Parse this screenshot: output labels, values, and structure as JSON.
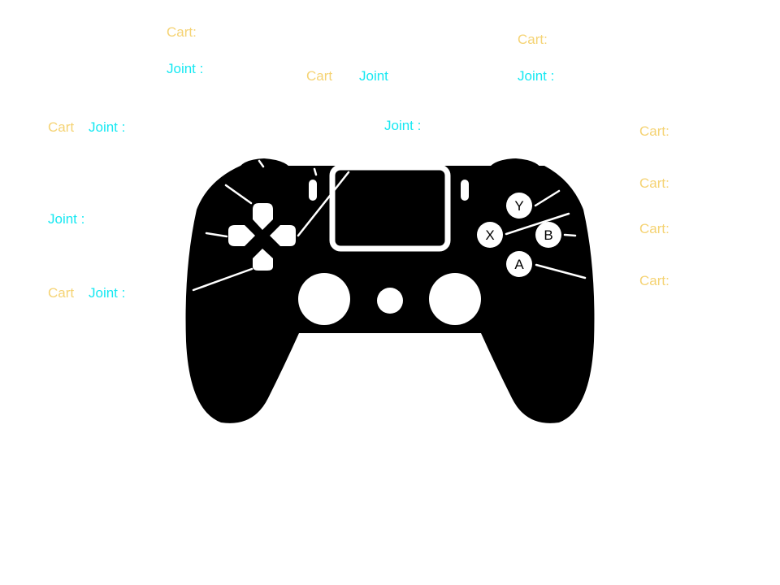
{
  "colors": {
    "cart": "#f5d374",
    "joint": "#16e8f2",
    "controller": "#000000",
    "detail": "#ffffff"
  },
  "labels": {
    "l2_cart": "Cart:",
    "l2_joint": "Joint :",
    "share_cart": "Cart",
    "share_joint": "Joint",
    "r2_cart": "Cart:",
    "r2_joint": "Joint :",
    "l1_cart": "Cart",
    "l1_joint": "Joint :",
    "touchpad_joint": "Joint :",
    "dpad_joint": "Joint :",
    "lstick_cart": "Cart",
    "lstick_joint": "Joint :",
    "r1_cart": "Cart:",
    "y_cart": "Cart:",
    "b_cart": "Cart:",
    "a_cart": "Cart:"
  },
  "buttons": {
    "y": "Y",
    "x": "X",
    "b": "B",
    "a": "A"
  },
  "icons": {
    "controller": "gamepad-icon"
  }
}
